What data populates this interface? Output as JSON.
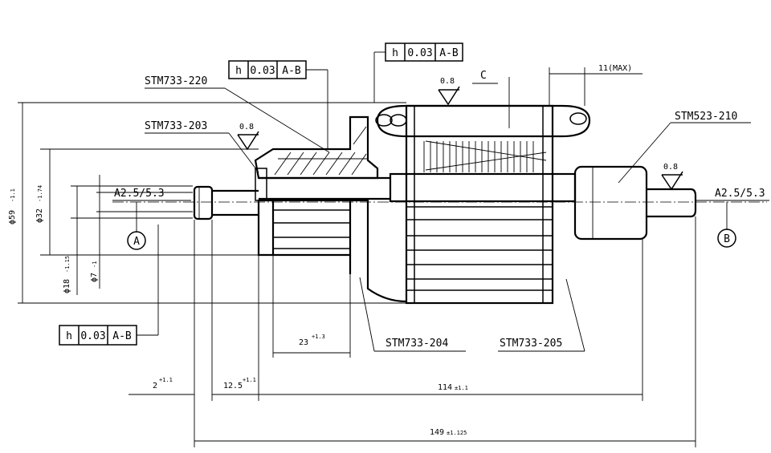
{
  "parts": {
    "p220": "STM733-220",
    "p203": "STM733-203",
    "p523": "STM523-210",
    "p204": "STM733-204",
    "p205": "STM733-205"
  },
  "fcf_left": {
    "symbol": "h",
    "value": "0.03",
    "datum": "A-B"
  },
  "fcf_top": {
    "symbol": "h",
    "value": "0.03",
    "datum": "A-B"
  },
  "fcf_bottom": {
    "symbol": "h",
    "value": "0.03",
    "datum": "A-B"
  },
  "roughness": {
    "r1": "0.8",
    "r2": "0.8",
    "r3": "0.8"
  },
  "section_mark": "C",
  "max_note": "11(MAX)",
  "centers": {
    "left": "A2.5/5.3",
    "right": "A2.5/5.3"
  },
  "datums": {
    "a": "A",
    "b": "B"
  },
  "dims": {
    "d59": {
      "main": "ϕ59",
      "tol": "-1.1"
    },
    "d32": {
      "main": "ϕ32",
      "tol": "-1.74"
    },
    "d18": {
      "main": "ϕ18",
      "tol": "-1.15"
    },
    "d7": {
      "main": "ϕ7",
      "tol": "-1"
    },
    "len23": {
      "main": "23",
      "tol": "+1.3"
    },
    "len2": {
      "main": "2",
      "tol": "+1.1"
    },
    "len125": {
      "main": "12.5",
      "tol": "+1.1"
    },
    "len114": {
      "main": "114",
      "tol": "±1.1"
    },
    "len149": {
      "main": "149",
      "tol": "±1.125"
    }
  }
}
